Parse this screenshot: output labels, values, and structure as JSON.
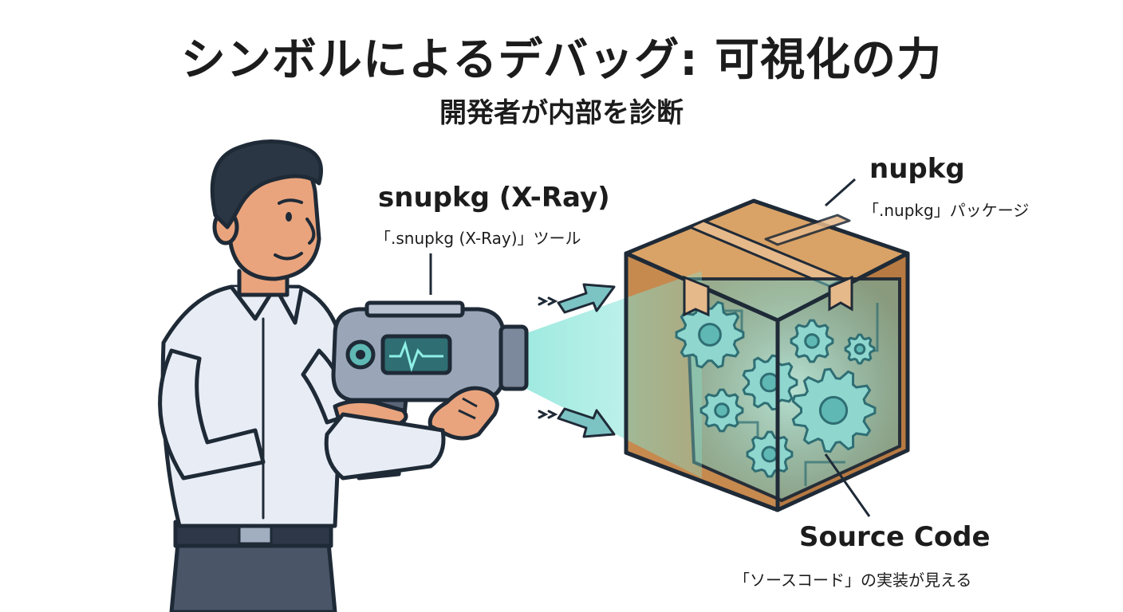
{
  "title": "シンボルによるデバッグ: 可視化の力",
  "subtitle": "開発者が内部を診断",
  "labels": {
    "xray": {
      "heading": "snupkg (X-Ray)",
      "caption": "「.snupkg (X-Ray)」ツール"
    },
    "package": {
      "heading": "nupkg",
      "caption": "「.nupkg」パッケージ"
    },
    "source": {
      "heading": "Source Code",
      "caption": "「ソースコード」の実装が見える"
    }
  },
  "colors": {
    "outline": "#1f2a37",
    "shirt": "#e8edf5",
    "skin": "#e9a47d",
    "hair": "#2b3644",
    "pants": "#4a5568",
    "device": "#9aa6b8",
    "beam": "#7fe3d6",
    "box": "#c68a4f",
    "box_top": "#d9a266",
    "tape": "#e6b98a",
    "gear": "#8fd6cf",
    "arrow": "#7cc3c4"
  },
  "icons": [
    "person-figure",
    "xray-scanner-icon",
    "cardboard-box-icon",
    "gear-icon",
    "arrow-icon",
    "waveform-icon"
  ]
}
